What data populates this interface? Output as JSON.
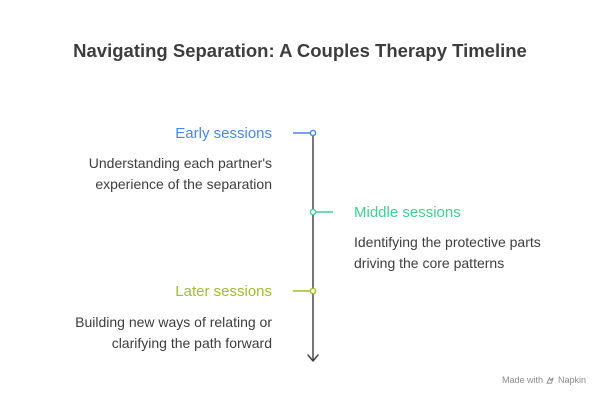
{
  "title": "Navigating Separation: A Couples Therapy Timeline",
  "colors": {
    "early": "#4a86e8",
    "middle": "#3fcf8e",
    "later": "#9dbf2c",
    "axis": "#3d3d3d",
    "text": "#3d3d3d"
  },
  "stages": [
    {
      "label": "Early sessions",
      "description": [
        "Understanding each partner's",
        "experience of the separation"
      ],
      "side": "left"
    },
    {
      "label": "Middle sessions",
      "description": [
        "Identifying the protective parts",
        "driving the core patterns"
      ],
      "side": "right"
    },
    {
      "label": "Later sessions",
      "description": [
        "Building new ways of relating or",
        "clarifying the path forward"
      ],
      "side": "left"
    }
  ],
  "footer": {
    "prefix": "Made with",
    "brand": "Napkin",
    "icon": "napkin-logo-icon"
  }
}
